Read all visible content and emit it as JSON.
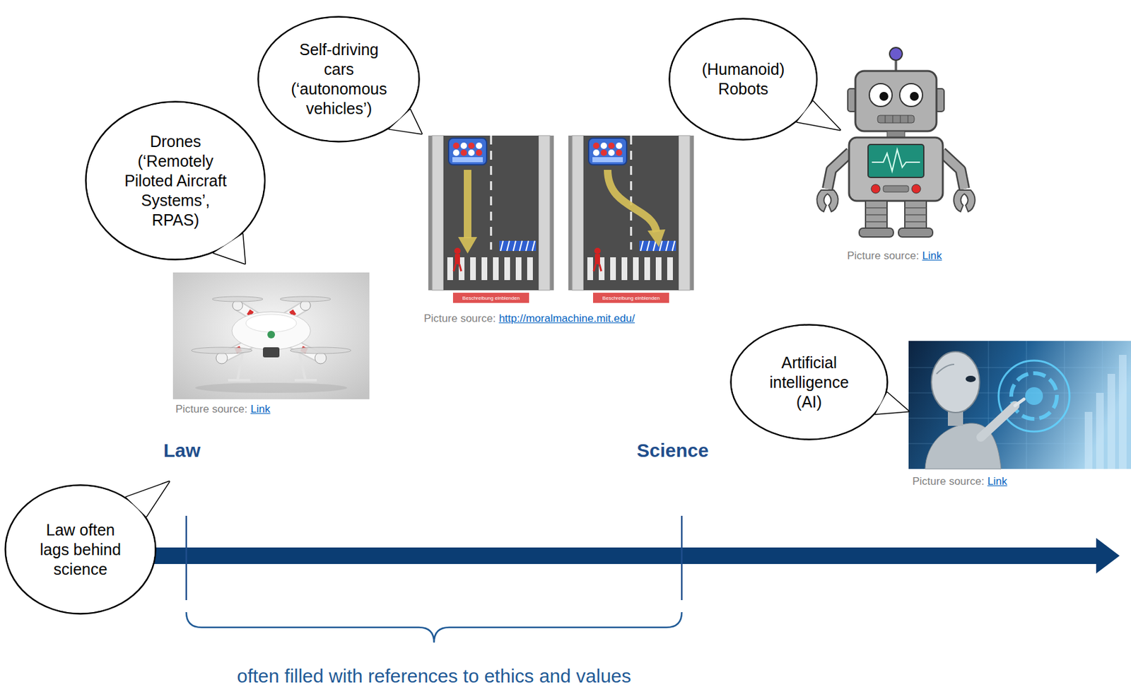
{
  "diagram": {
    "nodes": [
      {
        "text": [
          "Self-driving cars (‘autonomous vehicles’)"
        ]
      },
      {
        "text": [
          "(Humanoid) Robots"
        ]
      },
      {
        "text": [
          "Drones (‘Remotely Piloted Aircraft Systems’, RPAS)"
        ]
      },
      {
        "text": [
          "Artificial intelligence (AI)"
        ]
      },
      {
        "text": [
          "Law often lags behind science"
        ]
      }
    ],
    "labels": [
      "Picture source:",
      "Link",
      "Beschreibung einblenden",
      "Beschreibung einblenden",
      "Picture source:",
      "http://moralmachine.mit.edu/",
      "Picture source:",
      "Link",
      "Law",
      "Science",
      "Picture source:",
      "Link",
      "often filled with references to ethics and values"
    ]
  }
}
